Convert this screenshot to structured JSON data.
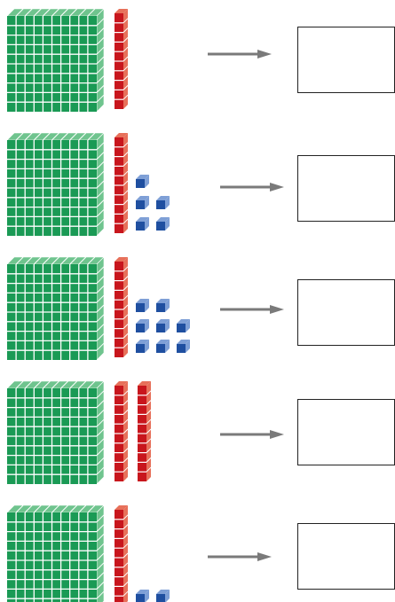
{
  "colors": {
    "hundreds_block": "#1a9a55",
    "hundreds_block_top": "#6fc48e",
    "tens_rod": "#c8161d",
    "tens_rod_top": "#e7705a",
    "ones_cube": "#1f4fa0",
    "ones_cube_side": "#7e9fd6",
    "arrow": "#7a7a7a",
    "box_border": "#222222",
    "background": "#ffffff"
  },
  "rows": [
    {
      "hundreds": 1,
      "tens": 1,
      "ones": 0,
      "answer": ""
    },
    {
      "hundreds": 1,
      "tens": 1,
      "ones": 5,
      "answer": ""
    },
    {
      "hundreds": 1,
      "tens": 1,
      "ones": 8,
      "answer": ""
    },
    {
      "hundreds": 1,
      "tens": 2,
      "ones": 0,
      "answer": ""
    },
    {
      "hundreds": 1,
      "tens": 1,
      "ones": 2,
      "answer": ""
    }
  ]
}
